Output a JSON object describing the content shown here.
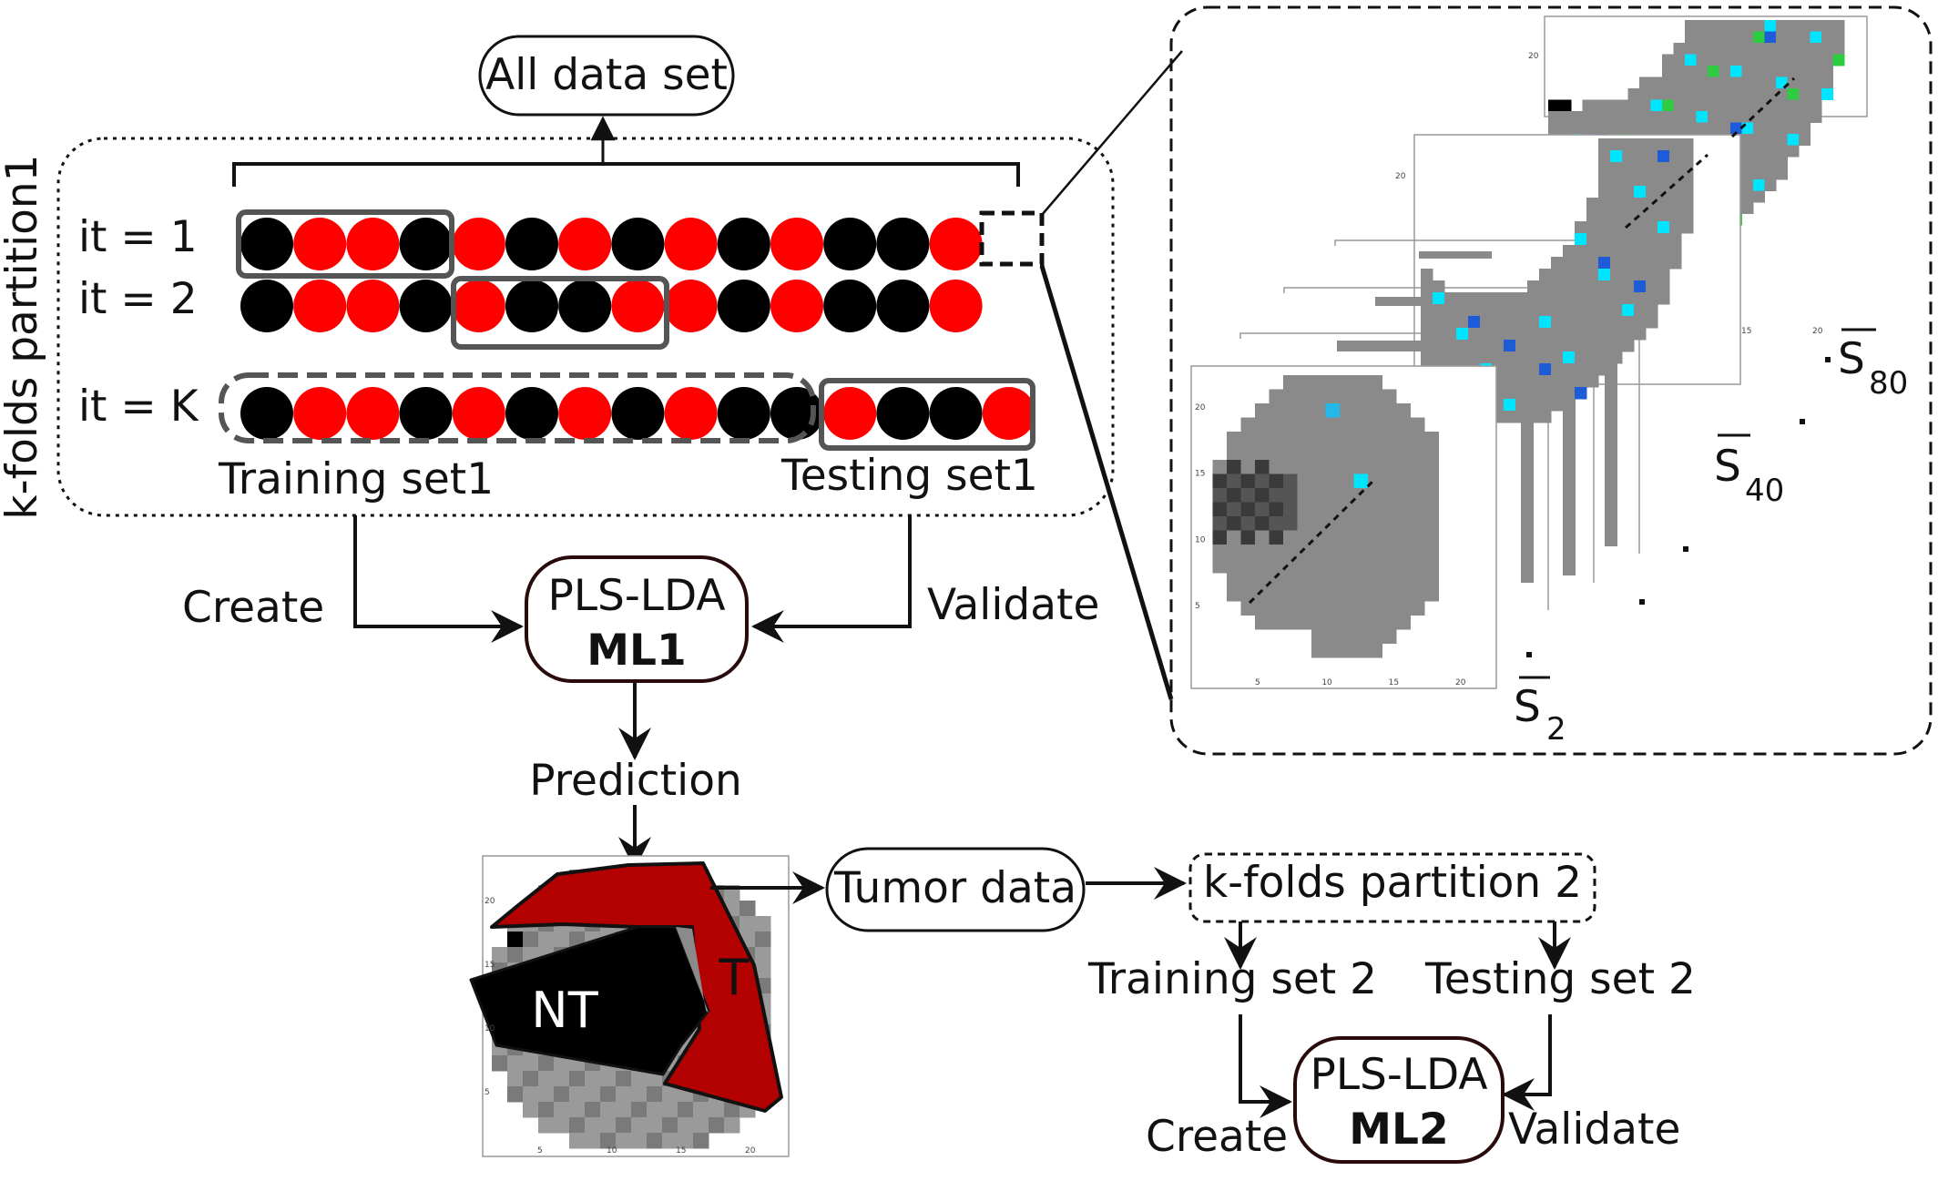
{
  "labels": {
    "all_data_set": "All data set",
    "partition1_vertical": "k-folds partition1",
    "it1": "it = 1",
    "it2": "it = 2",
    "itK": "it = K",
    "training_set1": "Training set1",
    "testing_set1": "Testing set1",
    "create1": "Create",
    "validate1": "Validate",
    "ml1_line1": "PLS-LDA",
    "ml1_line2": "ML1",
    "prediction": "Prediction",
    "nt": "NT",
    "t": "T",
    "tumor_data": "Tumor data",
    "partition2": "k-folds partition 2",
    "training_set2": "Training set 2",
    "testing_set2": "Testing set 2",
    "create2": "Create",
    "validate2": "Validate",
    "ml2_line1": "PLS-LDA",
    "ml2_line2": "ML2"
  },
  "slice_labels": {
    "s80": "S",
    "s80_sub": "80",
    "s40": "S",
    "s40_sub": "40",
    "s2": "S",
    "s2_sub": "2"
  },
  "sequences": {
    "row1": "BRRBRBRBRBRBBR",
    "row2": "BRRBRBBRRBRBBR",
    "rowK": "BRRBRBRBRBBRBBR"
  },
  "tick_labels": {
    "big_y": [
      "20",
      "15",
      "10",
      "5"
    ],
    "big_x": [
      "5",
      "10",
      "15",
      "20"
    ],
    "mid_y": "20",
    "mid_x": [
      "15",
      "20"
    ],
    "top_y": "20",
    "pred_y": [
      "20",
      "15",
      "10",
      "5"
    ],
    "pred_x": [
      "5",
      "10",
      "15",
      "20"
    ]
  },
  "colors": {
    "red_circle": "#ff0000",
    "black_circle": "#000000",
    "tumor_region": "#b30000",
    "nontumor_region": "#000000",
    "tissue_gray": "#8a8a8a",
    "box_border": "#555555"
  }
}
